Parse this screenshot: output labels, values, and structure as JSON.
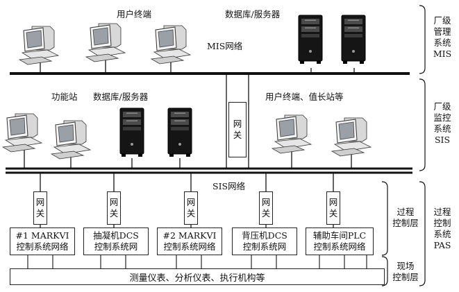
{
  "mis": {
    "user_terminals": "用户终端",
    "db_server": "数据库/服务器",
    "network": "MIS网络",
    "level_label": [
      "厂级",
      "管理",
      "系统",
      "MIS"
    ]
  },
  "sis": {
    "function_station": "功能站",
    "db_server": "数据库/服务器",
    "user_terminals": "用户终端、值长站等",
    "network": "SIS网络",
    "level_label": [
      "厂级",
      "监控",
      "系统",
      "SIS"
    ]
  },
  "gateway": [
    "网",
    "关"
  ],
  "pas": {
    "control_systems": [
      [
        "#1 MARKVI",
        "控制系统网络"
      ],
      [
        "抽凝机DCS",
        "控制系统网"
      ],
      [
        "#2 MARKVI",
        "控制系统网络"
      ],
      [
        "背压机DCS",
        "控制系统网"
      ],
      [
        "辅助车间PLC",
        "控制系统网络"
      ]
    ],
    "field_devices": "测量仪表、分析仪表、执行机构等",
    "process_layer": [
      "过程",
      "控制层"
    ],
    "field_layer": [
      "现场",
      "控制层"
    ],
    "level_label": [
      "过程",
      "控制",
      "系统",
      "PAS"
    ]
  },
  "icons": [
    "desktop-computer-icon",
    "server-tower-icon"
  ]
}
